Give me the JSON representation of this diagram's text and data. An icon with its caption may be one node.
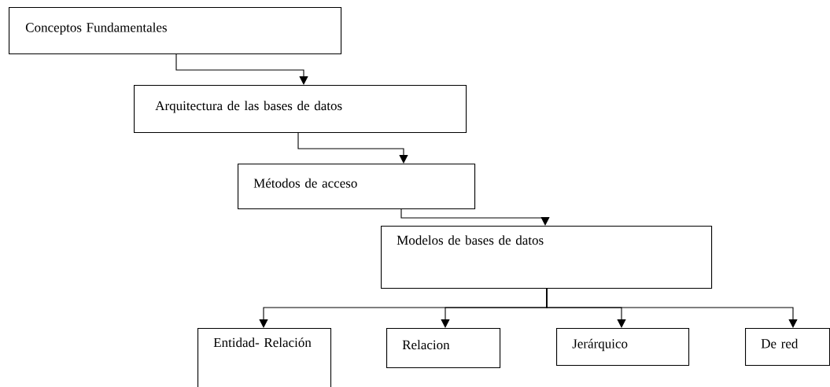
{
  "diagram": {
    "nodes": [
      {
        "text": [
          "Conceptos Fundamentales"
        ]
      },
      {
        "text": [
          "Arquitectura de las bases de datos"
        ]
      },
      {
        "text": [
          "Métodos de acceso"
        ]
      },
      {
        "text": [
          "Modelos de bases de datos"
        ]
      },
      {
        "text": [
          "Entidad- Relación"
        ]
      },
      {
        "text": [
          "Relacion"
        ]
      },
      {
        "text": [
          "Jerárquico"
        ]
      },
      {
        "text": [
          "De red"
        ]
      }
    ],
    "edges": [
      {
        "from": 0,
        "to": 1,
        "arrow": "to"
      },
      {
        "from": 1,
        "to": 2,
        "arrow": "to"
      },
      {
        "from": 2,
        "to": 3,
        "arrow": "to"
      },
      {
        "from": 3,
        "to": 4,
        "arrow": "to"
      },
      {
        "from": 3,
        "to": 5,
        "arrow": "to"
      },
      {
        "from": 3,
        "to": 6,
        "arrow": "to"
      },
      {
        "from": 3,
        "to": 7,
        "arrow": "to"
      }
    ]
  }
}
